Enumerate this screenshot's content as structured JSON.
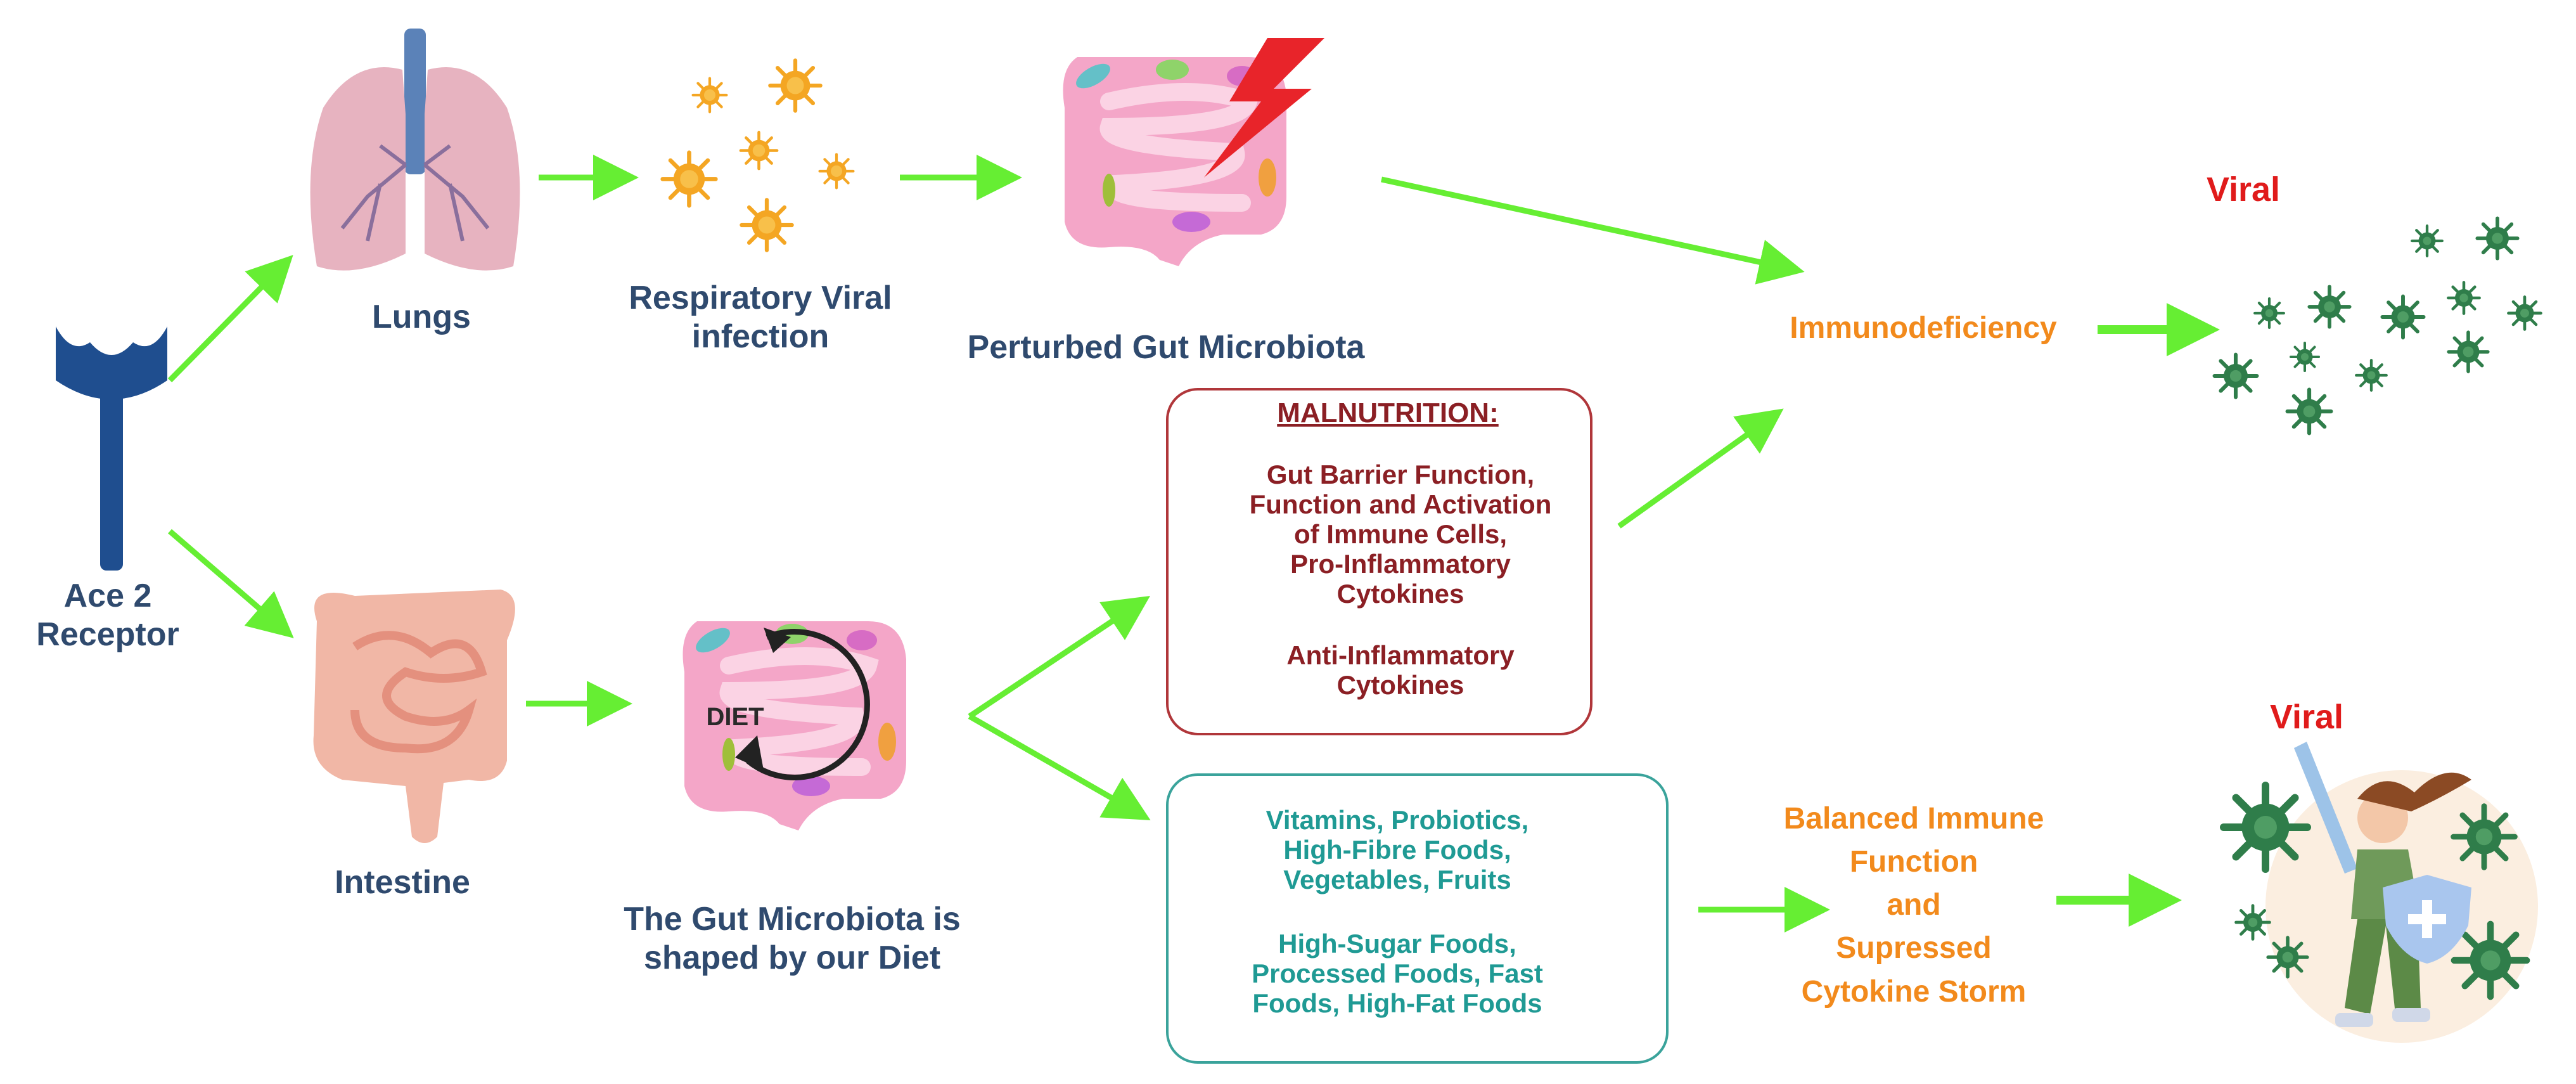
{
  "labels": {
    "ace2": "Ace 2\nReceptor",
    "lungs": "Lungs",
    "respiratory": "Respiratory Viral\ninfection",
    "perturbed": "Perturbed Gut Microbiota",
    "intestine": "Intestine",
    "gut_diet": "The Gut Microbiota is\nshaped by our Diet",
    "diet": "DIET",
    "immunodeficiency": "Immunodeficiency",
    "viral_top": "Viral",
    "viral_bottom": "Viral",
    "balanced": "Balanced Immune\nFunction\nand\nSupressed\nCytokine Storm"
  },
  "malnutrition_box": {
    "title": "MALNUTRITION:",
    "down_text": "Gut Barrier Function,\nFunction and Activation\nof Immune Cells,\nPro-Inflammatory\nCytokines",
    "up_text": "Anti-Inflammatory\nCytokines"
  },
  "diet_box": {
    "up_text": "Vitamins, Probiotics,\nHigh-Fibre Foods,\nVegetables, Fruits",
    "down_text": "High-Sugar Foods,\nProcessed Foods, Fast\nFoods, High-Fat Foods"
  },
  "colors": {
    "arrow": "#66ee33",
    "navy": "#2f4a6e",
    "maroon": "#8b1f24",
    "teal": "#1f9a94",
    "orange": "#f28a1c",
    "red": "#e01b1b",
    "virus_orange": "#f4a623",
    "virus_green": "#2f7d4a",
    "gut_pink": "#f4a6c8",
    "lung_pink": "#e7b3c0"
  },
  "icons": [
    "ace2-receptor-icon",
    "lungs-icon",
    "virus-icon",
    "gut-icon",
    "lightning-icon",
    "intestine-icon",
    "diet-cycle-icon",
    "vegetables-icon",
    "apple-icon",
    "candy-icon",
    "burger-icon",
    "heroine-icon",
    "shield-icon"
  ]
}
